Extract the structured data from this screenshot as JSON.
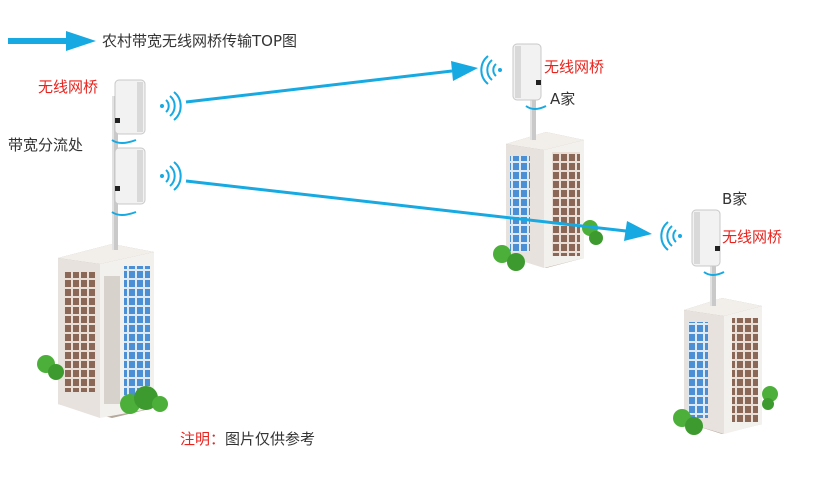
{
  "legend": {
    "text": "农村带宽无线网桥传输TOP图"
  },
  "sites": {
    "source": {
      "bridge_label": "无线网桥",
      "split_label": "带宽分流处"
    },
    "home_a": {
      "bridge_label": "无线网桥",
      "name": "A家"
    },
    "home_b": {
      "bridge_label": "无线网桥",
      "name": "B家"
    }
  },
  "note": {
    "prefix": "注明：",
    "text": "图片仅供参考"
  },
  "colors": {
    "link": "#17a9e1",
    "label_red": "#e8231d",
    "label_dark": "#333333",
    "building_side": "#e7e2dd",
    "building_front": "#b5a89c",
    "window_blue": "#4d8fd4",
    "window_brown": "#7f5e4e",
    "tree": "#4caf3a"
  }
}
